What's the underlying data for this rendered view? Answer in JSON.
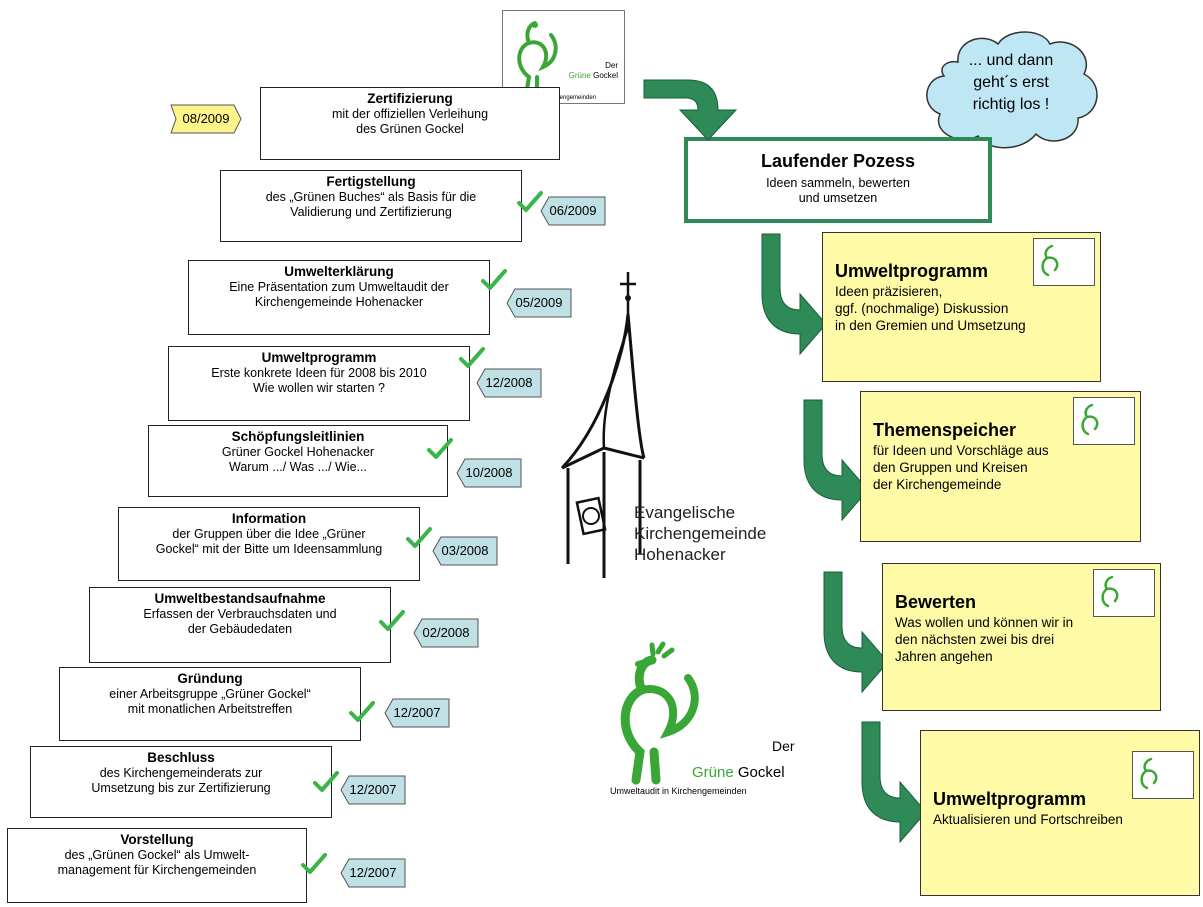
{
  "steps": [
    {
      "title": "Zertifizierung",
      "desc": "mit der offiziellen Verleihung\ndes Grünen Gockel",
      "date": "08/2009"
    },
    {
      "title": "Fertigstellung",
      "desc": "des „Grünen Buches“ als Basis für die\nValidierung und Zertifizierung",
      "date": "06/2009"
    },
    {
      "title": "Umwelterklärung",
      "desc": "Eine Präsentation zum Umweltaudit der\nKirchengemeinde Hohenacker",
      "date": "05/2009"
    },
    {
      "title": "Umweltprogramm",
      "desc": "Erste konkrete Ideen für 2008 bis 2010\nWie wollen wir starten ?",
      "date": "12/2008"
    },
    {
      "title": "Schöpfungsleitlinien",
      "desc": "Grüner Gockel Hohenacker\nWarum .../ Was .../ Wie...",
      "date": "10/2008"
    },
    {
      "title": "Information",
      "desc": "der Gruppen über die Idee „Grüner\nGockel“ mit der Bitte um Ideensammlung",
      "date": "03/2008"
    },
    {
      "title": "Umweltbestandsaufnahme",
      "desc": "Erfassen der Verbrauchsdaten und\nder Gebäudedaten",
      "date": "02/2008"
    },
    {
      "title": "Gründung",
      "desc": "einer Arbeitsgruppe „Grüner Gockel“\nmit monatlichen Arbeitstreffen",
      "date": "12/2007"
    },
    {
      "title": "Beschluss",
      "desc": "des Kirchengemeinderats zur\nUmsetzung bis zur Zertifizierung",
      "date": "12/2007"
    },
    {
      "title": "Vorstellung",
      "desc": "des „Grünen Gockel“ als Umwelt-\nmanagement für Kirchengemeinden",
      "date": "12/2007"
    }
  ],
  "cloud": {
    "text": "... und dann\ngeht´s erst\nrichtig los !"
  },
  "process": {
    "title": "Laufender Pozess",
    "desc": "Ideen sammeln, bewerten\nund umsetzen"
  },
  "cycle": [
    {
      "title": "Umweltprogramm",
      "desc": "Ideen präzisieren,\nggf.  (nochmalige) Diskussion\nin den Gremien und Umsetzung"
    },
    {
      "title": "Themenspeicher",
      "desc": "für Ideen und Vorschläge aus\nden Gruppen und Kreisen\nder Kirchengemeinde"
    },
    {
      "title": "Bewerten",
      "desc": "Was wollen und können wir in\nden nächsten zwei bis drei\nJahren angehen"
    },
    {
      "title": "Umweltprogramm",
      "desc": "Aktualisieren und Fortschreiben"
    }
  ],
  "church": {
    "line1": "Evangelische",
    "line2": "Kirchengemeinde",
    "line3": "Hohenacker"
  },
  "logo": {
    "der": "Der",
    "gruene": "Grüne",
    "gockel": "Gockel",
    "sub": "Umweltaudit in Kirchengemeinden"
  },
  "colors": {
    "green": "#2e8b57",
    "logo_green": "#3aa635",
    "check_green": "#39b54a",
    "yellow_box": "#fffaa6",
    "tag_blue": "#bfe0e4",
    "tag_yellow": "#fdf48a",
    "cloud_blue": "#bfe6f5"
  }
}
